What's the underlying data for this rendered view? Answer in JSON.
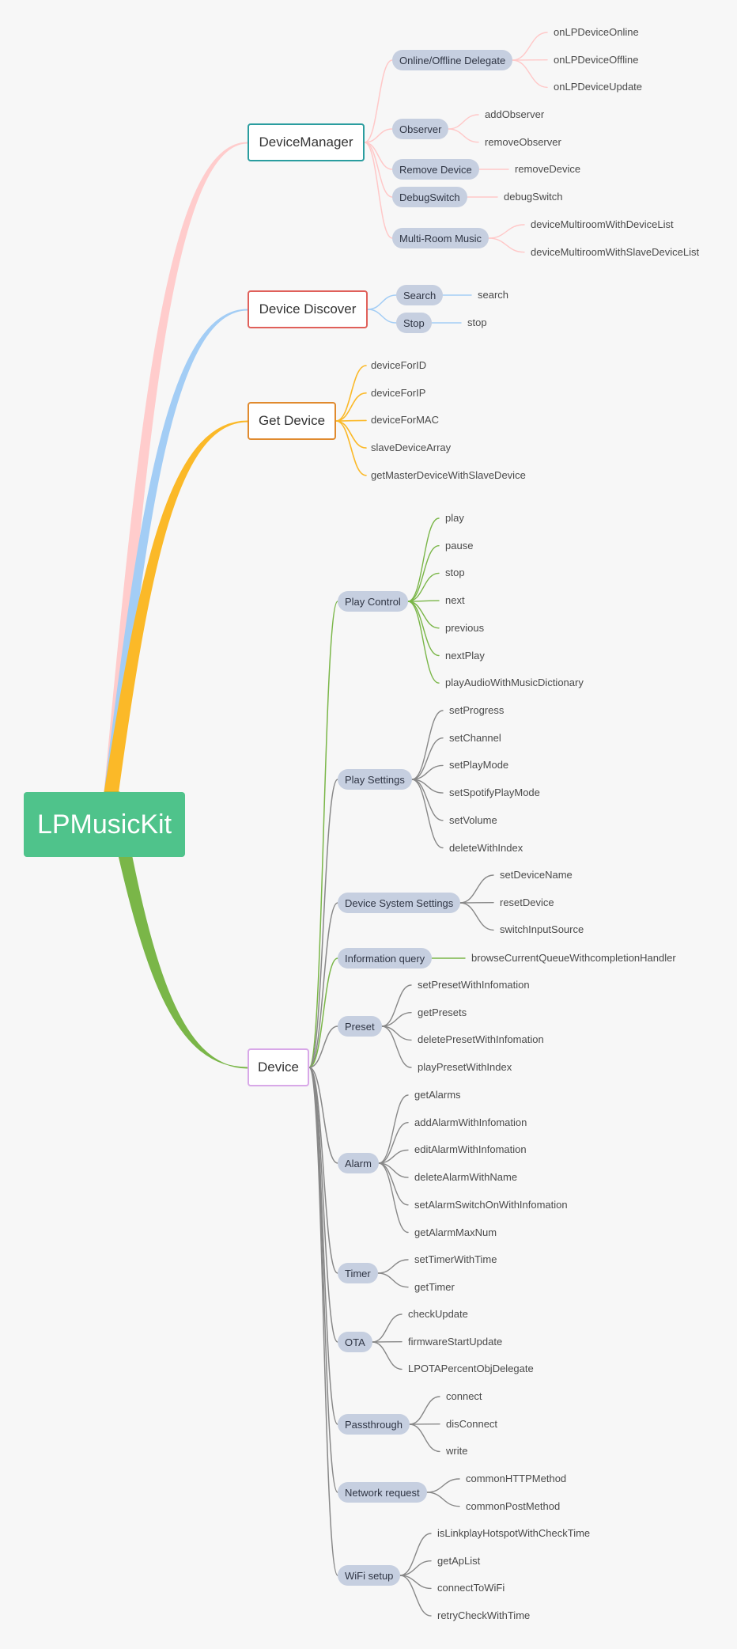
{
  "root": {
    "label": "LPMusicKit",
    "color": "#4fc38b"
  },
  "branches": [
    {
      "label": "DeviceManager",
      "color": "#ffcccc",
      "border": "#2a9d9f",
      "children": [
        {
          "label": "Online/Offline Delegate",
          "items": [
            "onLPDeviceOnline",
            "onLPDeviceOffline",
            "onLPDeviceUpdate"
          ]
        },
        {
          "label": "Observer",
          "items": [
            "addObserver",
            "removeObserver"
          ]
        },
        {
          "label": "Remove Device",
          "items": [
            "removeDevice"
          ]
        },
        {
          "label": "DebugSwitch",
          "items": [
            "debugSwitch"
          ]
        },
        {
          "label": "Multi-Room Music",
          "items": [
            "deviceMultiroomWithDeviceList",
            "deviceMultiroomWithSlaveDeviceList"
          ]
        }
      ]
    },
    {
      "label": "Device Discover",
      "color": "#a3cdf5",
      "border": "#e0605a",
      "children": [
        {
          "label": "Search",
          "items": [
            "search"
          ]
        },
        {
          "label": "Stop",
          "items": [
            "stop"
          ]
        }
      ]
    },
    {
      "label": "Get Device",
      "color": "#fbb928",
      "border": "#e08a2e",
      "items": [
        "deviceForID",
        "deviceForIP",
        "deviceForMAC",
        "slaveDeviceArray",
        "getMasterDeviceWithSlaveDevice"
      ]
    },
    {
      "label": "Device",
      "color": "#7ab648",
      "border": "#d8a8e8",
      "children": [
        {
          "label": "Play Control",
          "items": [
            "play",
            "pause",
            "stop",
            "next",
            "previous",
            "nextPlay",
            "playAudioWithMusicDictionary"
          ]
        },
        {
          "label": "Play Settings",
          "items": [
            "setProgress",
            "setChannel",
            "setPlayMode",
            "setSpotifyPlayMode",
            "setVolume",
            "deleteWithIndex"
          ]
        },
        {
          "label": "Device System Settings",
          "items": [
            "setDeviceName",
            "resetDevice",
            "switchInputSource"
          ]
        },
        {
          "label": "Information query",
          "items": [
            "browseCurrentQueueWithcompletionHandler"
          ]
        },
        {
          "label": "Preset",
          "items": [
            "setPresetWithInfomation",
            "getPresets",
            "deletePresetWithInfomation",
            "playPresetWithIndex"
          ]
        },
        {
          "label": "Alarm",
          "items": [
            "getAlarms",
            "addAlarmWithInfomation",
            "editAlarmWithInfomation",
            "deleteAlarmWithName",
            "setAlarmSwitchOnWithInfomation",
            "getAlarmMaxNum"
          ]
        },
        {
          "label": "Timer",
          "items": [
            "setTimerWithTime",
            "getTimer"
          ]
        },
        {
          "label": "OTA",
          "items": [
            "checkUpdate",
            "firmwareStartUpdate",
            "LPOTAPercentObjDelegate"
          ]
        },
        {
          "label": "Passthrough",
          "items": [
            "connect",
            "disConnect",
            "write"
          ]
        },
        {
          "label": "Network request",
          "items": [
            "commonHTTPMethod",
            "commonPostMethod"
          ]
        },
        {
          "label": "WiFi setup",
          "items": [
            "isLinkplayHotspotWithCheckTime",
            "getApList",
            "connectToWiFi",
            "retryCheckWithTime"
          ]
        }
      ]
    }
  ]
}
